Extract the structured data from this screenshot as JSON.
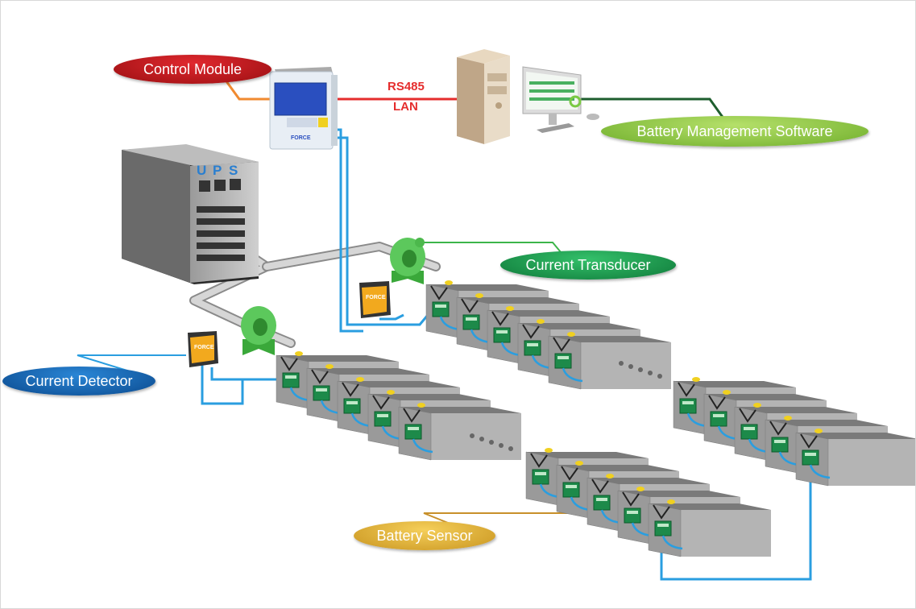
{
  "labels": {
    "control_module": "Control Module",
    "battery_management_software": "Battery Management Software",
    "current_transducer": "Current Transducer",
    "current_detector": "Current Detector",
    "battery_sensor": "Battery Sensor"
  },
  "network": {
    "rs485": "RS485",
    "lan": "LAN"
  },
  "ups": {
    "letters": [
      "U",
      "P",
      "S"
    ]
  },
  "colors": {
    "control_module": "#c4161c",
    "software": "#8cc63f",
    "transducer": "#1fa84f",
    "detector": "#1565b0",
    "sensor": "#e0b030",
    "wire": "#2a9ee0",
    "network_line": "#e52d2d",
    "pipe": "#a8a8a8",
    "battery": "#8a8a8a"
  },
  "battery_banks": [
    {
      "name": "bank-1",
      "count": 5
    },
    {
      "name": "bank-2",
      "count": 5
    },
    {
      "name": "bank-3",
      "count": 5
    },
    {
      "name": "bank-4",
      "count": 5
    }
  ]
}
